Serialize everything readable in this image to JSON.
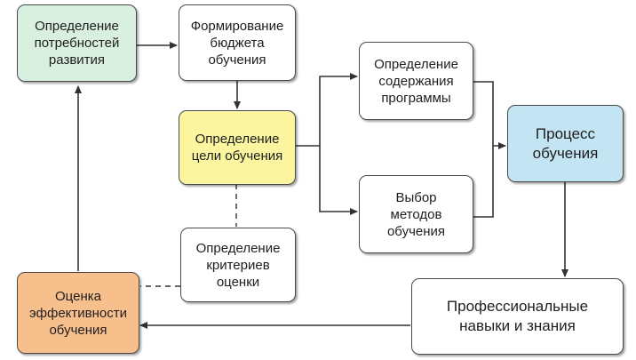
{
  "diagram": {
    "nodes": {
      "needs": {
        "label": "Определение\nпотребностей\nразвития",
        "color": "#d9efdf"
      },
      "budget": {
        "label": "Формирование\nбюджета\nобучения",
        "color": "#ffffff"
      },
      "goal": {
        "label": "Определение\nцели обучения",
        "color": "#fbf59f"
      },
      "criteria": {
        "label": "Определение\nкритериев\nоценки",
        "color": "#ffffff"
      },
      "content": {
        "label": "Определение\nсодержания\nпрограммы",
        "color": "#ffffff"
      },
      "methods": {
        "label": "Выбор\nметодов\nобучения",
        "color": "#ffffff"
      },
      "process": {
        "label": "Процесс\nобучения",
        "color": "#c3e4f2"
      },
      "skills": {
        "label": "Профессиональные\nнавыки и знания",
        "color": "#ffffff"
      },
      "evaluation": {
        "label": "Оценка\nэффективности\nобучения",
        "color": "#f7bf8c"
      }
    },
    "edges": [
      {
        "from": "needs",
        "to": "budget",
        "style": "arrow"
      },
      {
        "from": "budget",
        "to": "goal",
        "style": "arrow"
      },
      {
        "from": "goal",
        "to": "content",
        "style": "arrow"
      },
      {
        "from": "goal",
        "to": "methods",
        "style": "arrow"
      },
      {
        "from": "content",
        "to": "process",
        "style": "arrow"
      },
      {
        "from": "methods",
        "to": "process",
        "style": "arrow"
      },
      {
        "from": "process",
        "to": "skills",
        "style": "arrow"
      },
      {
        "from": "skills",
        "to": "evaluation",
        "style": "arrow"
      },
      {
        "from": "evaluation",
        "to": "needs",
        "style": "arrow"
      },
      {
        "from": "goal",
        "to": "criteria",
        "style": "dashed"
      },
      {
        "from": "criteria",
        "to": "evaluation",
        "style": "dashed"
      }
    ]
  }
}
